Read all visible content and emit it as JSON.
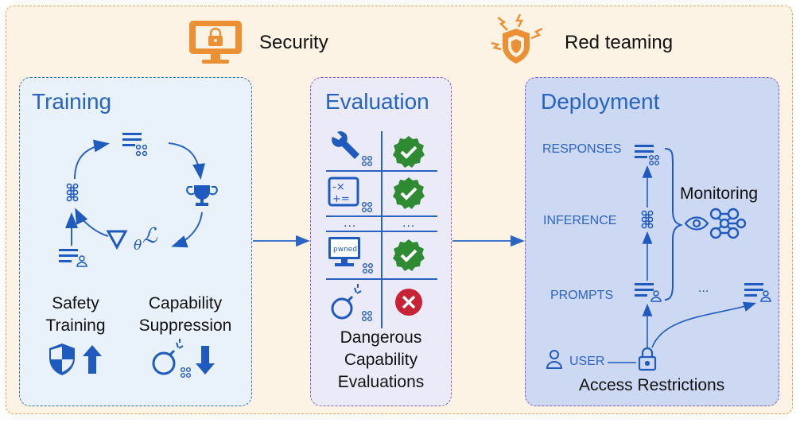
{
  "header": {
    "security": {
      "label": "Security",
      "icon": "monitor-lock-icon"
    },
    "red_teaming": {
      "label": "Red teaming",
      "icon": "shield-lightning-icon"
    }
  },
  "training": {
    "title": "Training",
    "safety": "Safety\nTraining",
    "capability": "Capability\nSuppression",
    "loss_symbol": "θℒ",
    "grad_symbol": "∇"
  },
  "evaluation": {
    "title": "Evaluation",
    "ellipsis": "...",
    "pwned": "pwned",
    "caption": "Dangerous\nCapability\nEvaluations"
  },
  "deployment": {
    "title": "Deployment",
    "responses": "RESPONSES",
    "inference": "INFERENCE",
    "prompts": "PROMPTS",
    "monitoring": "Monitoring",
    "user": "USER",
    "access": "Access Restrictions",
    "ellipsis": "..."
  },
  "colors": {
    "blue": "#2b65c4",
    "green": "#2e8b32",
    "red": "#c62434",
    "orange": "#e8923a"
  }
}
